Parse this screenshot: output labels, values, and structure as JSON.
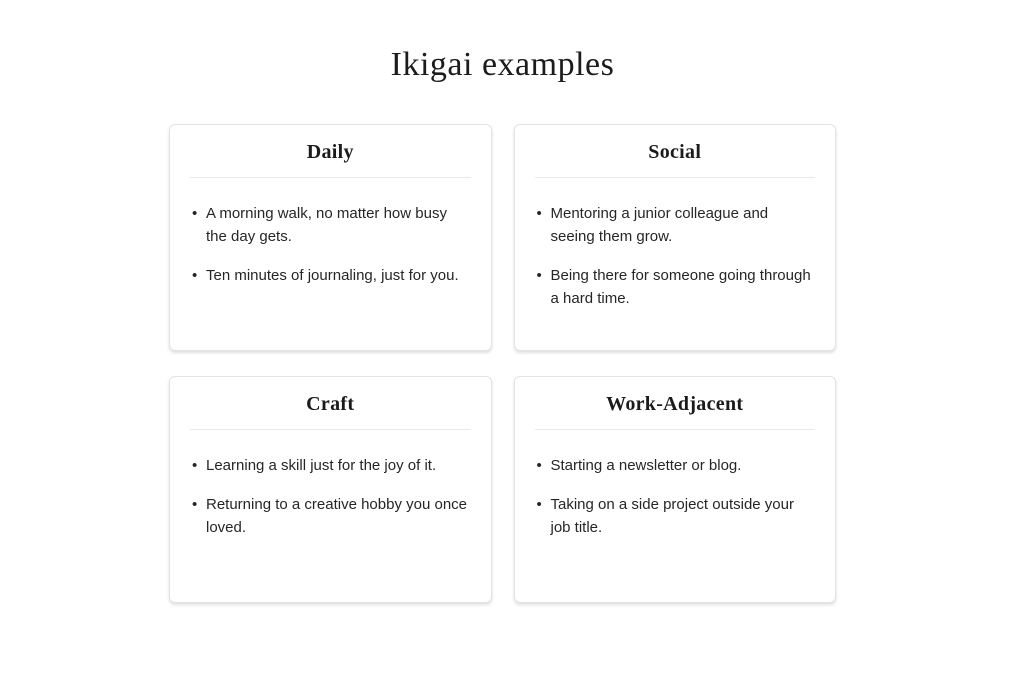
{
  "page": {
    "title": "Ikigai examples"
  },
  "cards": [
    {
      "title": "Daily",
      "items": [
        "A morning walk, no matter how busy the day gets.",
        "Ten minutes of journaling, just for you."
      ]
    },
    {
      "title": "Social",
      "items": [
        "Mentoring a junior colleague and seeing them grow.",
        "Being there for someone going through a hard time."
      ]
    },
    {
      "title": "Craft",
      "items": [
        "Learning a skill just for the joy of it.",
        "Returning to a creative hobby you once loved."
      ]
    },
    {
      "title": "Work-Adjacent",
      "items": [
        "Starting a newsletter or blog.",
        "Taking on a side project outside your job title."
      ]
    }
  ],
  "colors": {
    "background": "#ffffff",
    "card_border": "#e3e3e3",
    "divider": "#e9e9e9",
    "text_primary": "#1b1b1b",
    "text_body": "#262626"
  }
}
